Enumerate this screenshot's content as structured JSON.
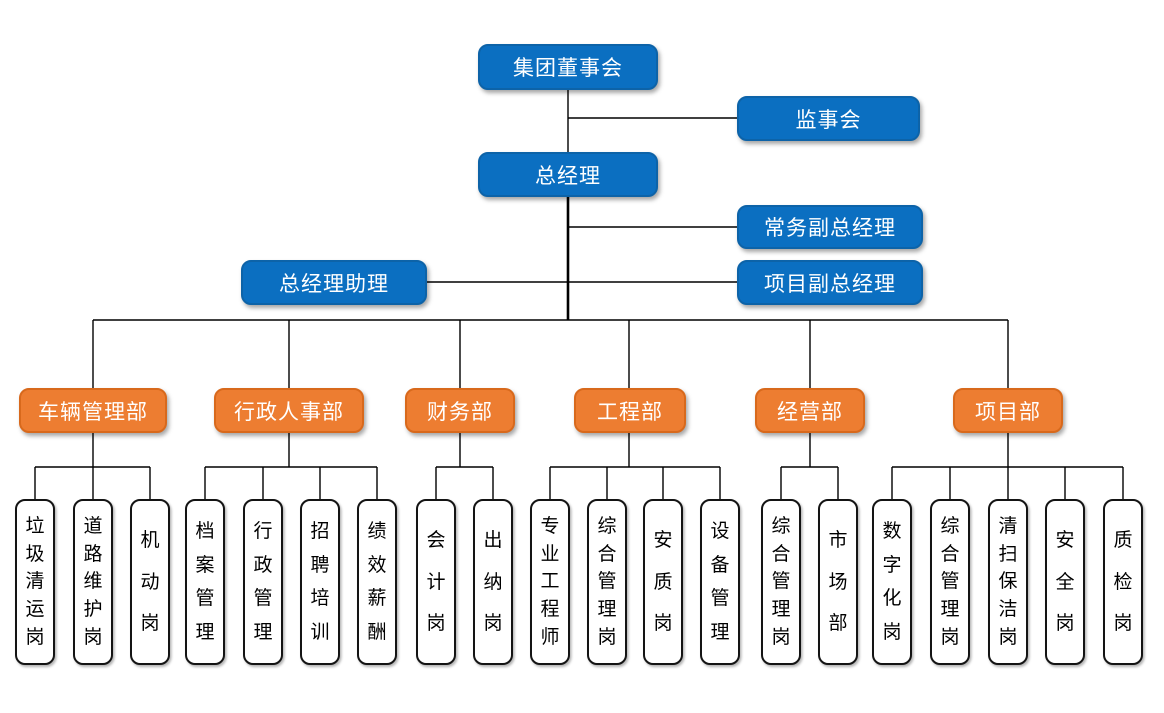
{
  "colors": {
    "primary_blue": "#0b6fc1",
    "blue_border": "#0d63a8",
    "accent_orange": "#ed7d31",
    "orange_border": "#d8691c",
    "connector_line": "#000000",
    "post_border": "#141414"
  },
  "top": {
    "board": "集团董事会",
    "supervisory": "监事会",
    "gm": "总经理",
    "exec_deputy_gm": "常务副总经理",
    "gm_assistant": "总经理助理",
    "project_deputy_gm": "项目副总经理"
  },
  "departments": [
    {
      "name": "车辆管理部",
      "posts": [
        "垃圾清运岗",
        "道路维护岗",
        "机动岗"
      ]
    },
    {
      "name": "行政人事部",
      "posts": [
        "档案管理",
        "行政管理",
        "招聘培训",
        "绩效薪酬"
      ]
    },
    {
      "name": "财务部",
      "posts": [
        "会计岗",
        "出纳岗"
      ]
    },
    {
      "name": "工程部",
      "posts": [
        "专业工程师",
        "综合管理岗",
        "安质岗",
        "设备管理"
      ]
    },
    {
      "name": "经营部",
      "posts": [
        "综合管理岗",
        "市场部"
      ]
    },
    {
      "name": "项目部",
      "posts": [
        "数字化岗",
        "综合管理岗",
        "清扫保洁岗",
        "安全岗",
        "质检岗"
      ]
    }
  ]
}
